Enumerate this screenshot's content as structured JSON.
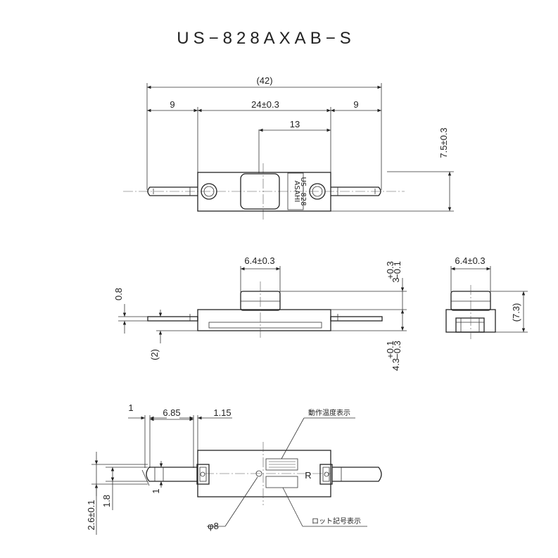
{
  "title": "US−828AXAB−S",
  "top_view": {
    "overall": "(42)",
    "left_lead": "9",
    "body": "24±0.3",
    "right_lead": "9",
    "window": "13",
    "height": "7.5±0.3",
    "marking_line1": "ASAHI",
    "marking_line2": "US−828"
  },
  "side_view": {
    "cap_width": "6.4±0.3",
    "cap_height_base": "3",
    "cap_height_tol_plus": "+0.3",
    "cap_height_tol_minus": "−0.1",
    "lead_thickness": "0.8",
    "lead_offset": "(2)",
    "body_height_base": "4.3",
    "body_height_tol_plus": "+0.1",
    "body_height_tol_minus": "−0.3"
  },
  "end_view": {
    "width": "6.4±0.3",
    "height": "(7.3)"
  },
  "bottom_view": {
    "dim_1": "1",
    "dim_685": "6.85",
    "dim_115": "1.15",
    "dim_lead_width": "1",
    "dim_18": "1.8",
    "dim_26": "2.6±0.1",
    "hole_dia": "φ8",
    "temp_label": "動作温度表示",
    "lot_label": "ロット記号表示",
    "r_mark": "R"
  }
}
